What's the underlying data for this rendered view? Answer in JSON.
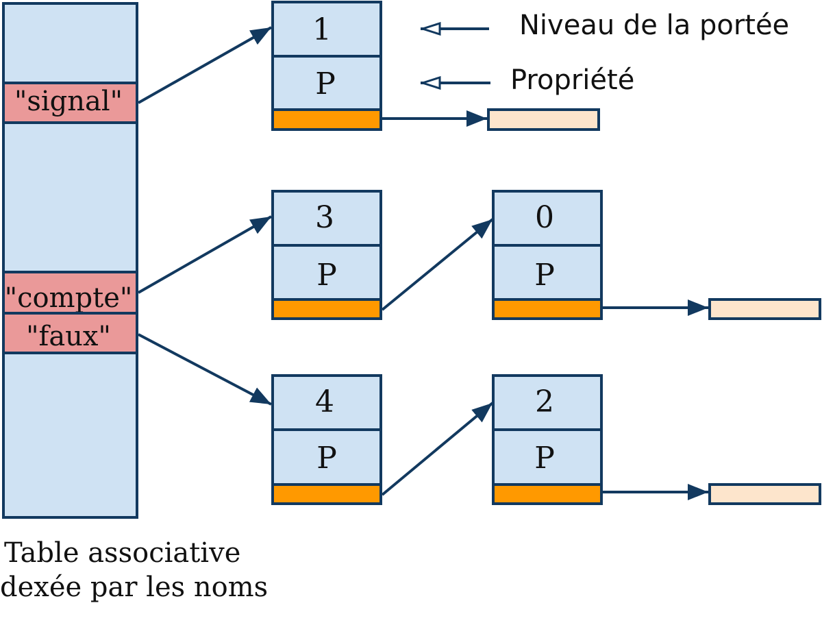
{
  "colors": {
    "stroke": "#12395f",
    "cell_fill": "#cfe2f3",
    "key_fill": "#ea9999",
    "pointer_fill": "#ff9900",
    "null_fill": "#fde5cc"
  },
  "table": {
    "keys": [
      "\"signal\"",
      "\"compte\"",
      "\"faux\""
    ],
    "caption_line1": "Table associative",
    "caption_line2": "dexée par les noms"
  },
  "legend": {
    "scope_level": "Niveau de la portée",
    "property": "Propriété"
  },
  "nodes": [
    {
      "level": "1",
      "prop": "P"
    },
    {
      "level": "3",
      "prop": "P"
    },
    {
      "level": "0",
      "prop": "P"
    },
    {
      "level": "4",
      "prop": "P"
    },
    {
      "level": "2",
      "prop": "P"
    }
  ]
}
